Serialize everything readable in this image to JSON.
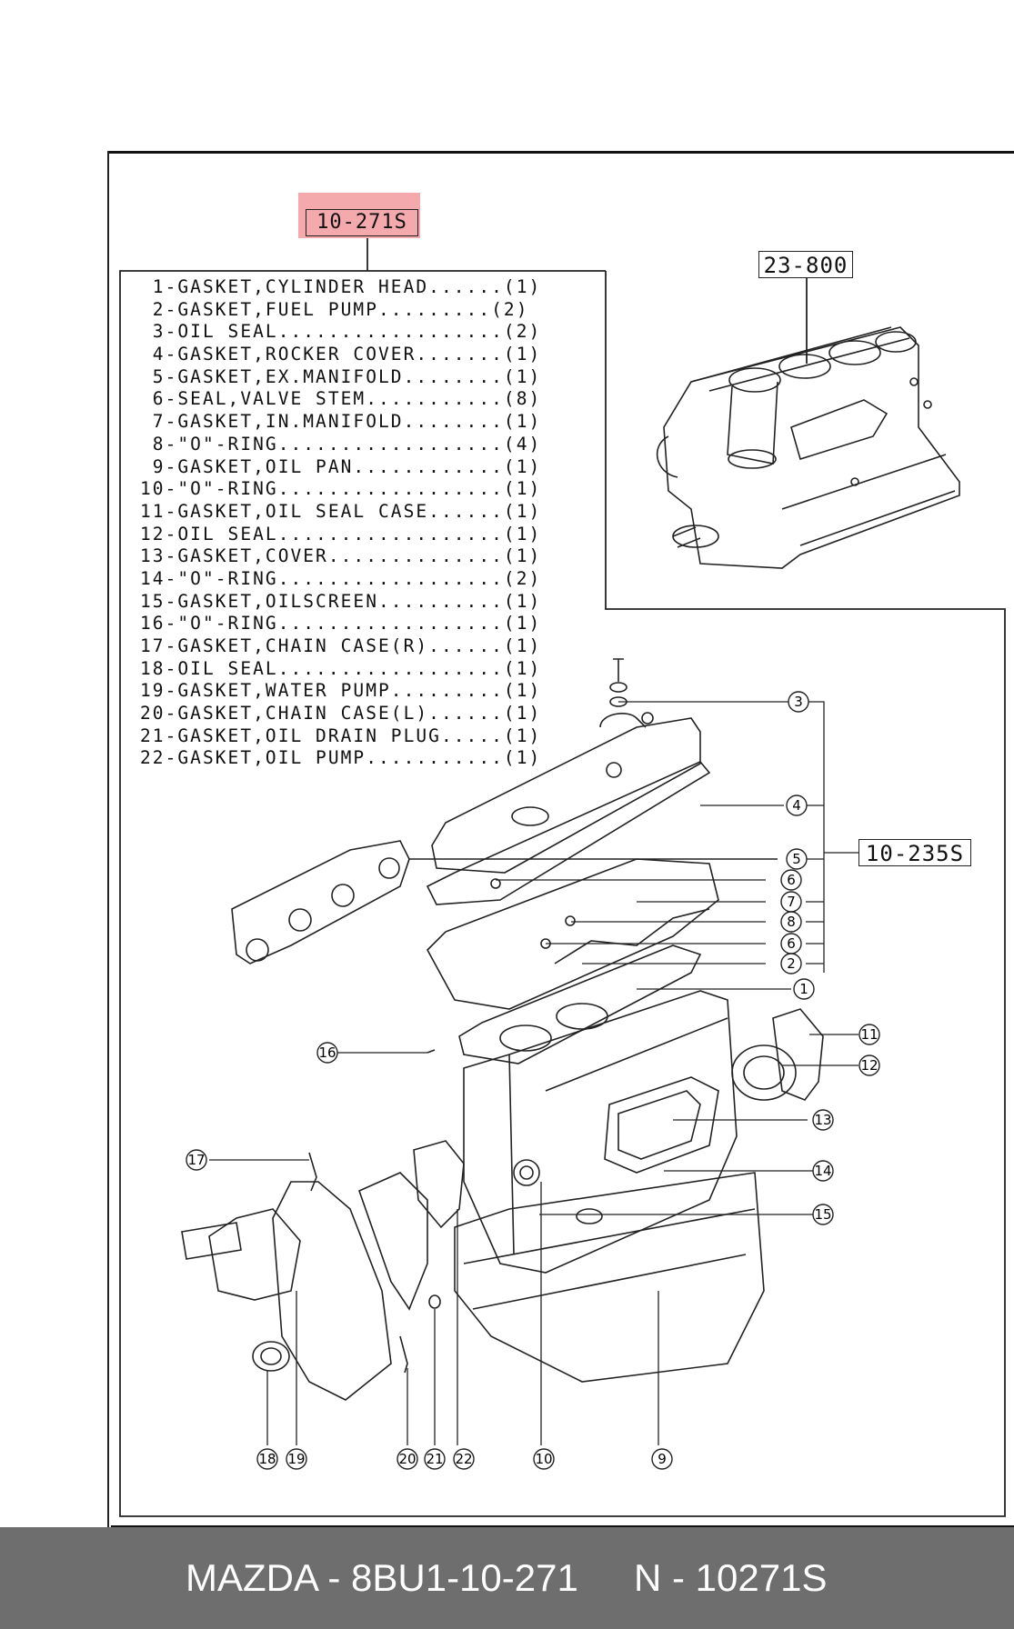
{
  "kit_number": "10-271S",
  "block_ref": "23-800",
  "gasket_set_ref": "10-235S",
  "parts": [
    {
      "line": " 1-GASKET,CYLINDER HEAD......(1)"
    },
    {
      "line": " 2-GASKET,FUEL PUMP.........(2)"
    },
    {
      "line": " 3-OIL SEAL..................(2)"
    },
    {
      "line": " 4-GASKET,ROCKER COVER.......(1)"
    },
    {
      "line": " 5-GASKET,EX.MANIFOLD........(1)"
    },
    {
      "line": " 6-SEAL,VALVE STEM...........(8)"
    },
    {
      "line": " 7-GASKET,IN.MANIFOLD........(1)"
    },
    {
      "line": " 8-\"O\"-RING..................(4)"
    },
    {
      "line": " 9-GASKET,OIL PAN............(1)"
    },
    {
      "line": "10-\"O\"-RING..................(1)"
    },
    {
      "line": "11-GASKET,OIL SEAL CASE......(1)"
    },
    {
      "line": "12-OIL SEAL..................(1)"
    },
    {
      "line": "13-GASKET,COVER..............(1)"
    },
    {
      "line": "14-\"O\"-RING..................(2)"
    },
    {
      "line": "15-GASKET,OILSCREEN..........(1)"
    },
    {
      "line": "16-\"O\"-RING..................(1)"
    },
    {
      "line": "17-GASKET,CHAIN CASE(R)......(1)"
    },
    {
      "line": "18-OIL SEAL..................(1)"
    },
    {
      "line": "19-GASKET,WATER PUMP.........(1)"
    },
    {
      "line": "20-GASKET,CHAIN CASE(L)......(1)"
    },
    {
      "line": "21-GASKET,OIL DRAIN PLUG.....(1)"
    },
    {
      "line": "22-GASKET,OIL PUMP...........(1)"
    }
  ],
  "callouts": [
    "3",
    "4",
    "5",
    "6",
    "7",
    "8",
    "6",
    "2",
    "1",
    "11",
    "12",
    "13",
    "14",
    "15",
    "16",
    "17",
    "18",
    "19",
    "20",
    "21",
    "22",
    "10",
    "9"
  ],
  "footer": {
    "left": "MAZDA - 8BU1-10-271",
    "right": "N - 10271S"
  },
  "colors": {
    "highlight": "#f4a9ad",
    "footer_bg": "#6e6e6e"
  }
}
